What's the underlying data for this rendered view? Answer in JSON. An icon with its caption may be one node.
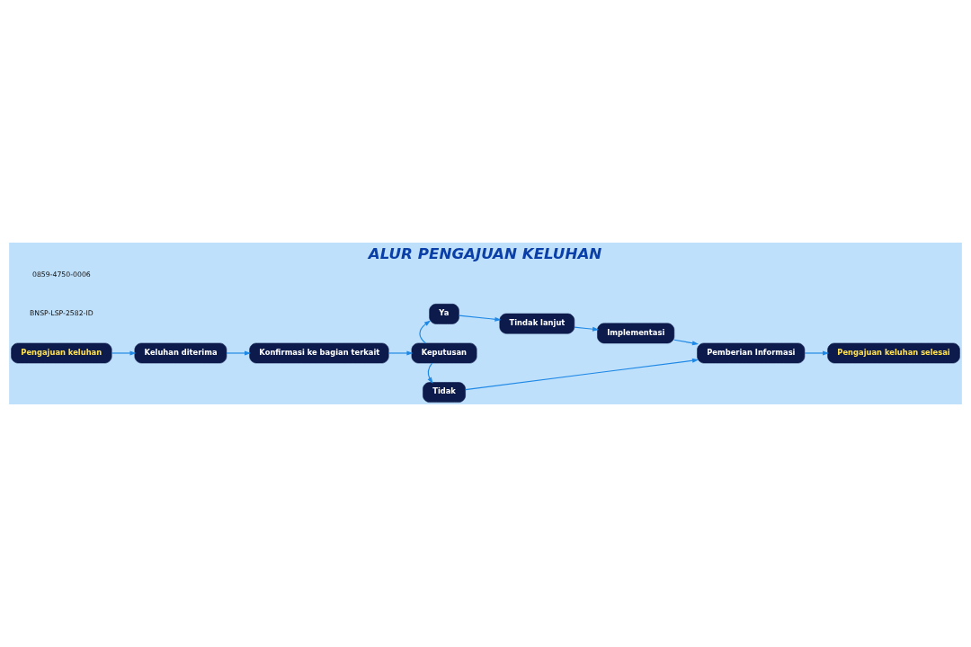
{
  "diagram": {
    "title": "ALUR PENGAJUAN KELUHAN",
    "nodes": [
      {
        "text": [
          "Pengajuan keluhan"
        ]
      },
      {
        "text": [
          "Keluhan diterima"
        ]
      },
      {
        "text": [
          "Konfirmasi ke bagian terkait"
        ]
      },
      {
        "text": [
          "Keputusan"
        ]
      },
      {
        "text": [
          "Ya"
        ]
      },
      {
        "text": [
          "Tindak lanjut"
        ]
      },
      {
        "text": [
          "Implementasi"
        ]
      },
      {
        "text": [
          "Tidak"
        ]
      },
      {
        "text": [
          "Pemberian Informasi"
        ]
      },
      {
        "text": [
          "Pengajuan keluhan selesai"
        ]
      }
    ],
    "edges": [
      {
        "from": 0,
        "to": 1,
        "arrow": "to"
      },
      {
        "from": 1,
        "to": 2,
        "arrow": "to"
      },
      {
        "from": 2,
        "to": 3,
        "arrow": "to"
      },
      {
        "from": 3,
        "to": 4,
        "arrow": "to"
      },
      {
        "from": 4,
        "to": 5,
        "arrow": "to"
      },
      {
        "from": 5,
        "to": 6,
        "arrow": "to"
      },
      {
        "from": 6,
        "to": 8,
        "arrow": "to"
      },
      {
        "from": 3,
        "to": 7,
        "arrow": "to"
      },
      {
        "from": 7,
        "to": 8,
        "arrow": "to"
      },
      {
        "from": 8,
        "to": 9,
        "arrow": "to"
      }
    ],
    "labels": [
      "BNSP-LSP-2582-ID",
      "0859-4750-0006"
    ]
  }
}
